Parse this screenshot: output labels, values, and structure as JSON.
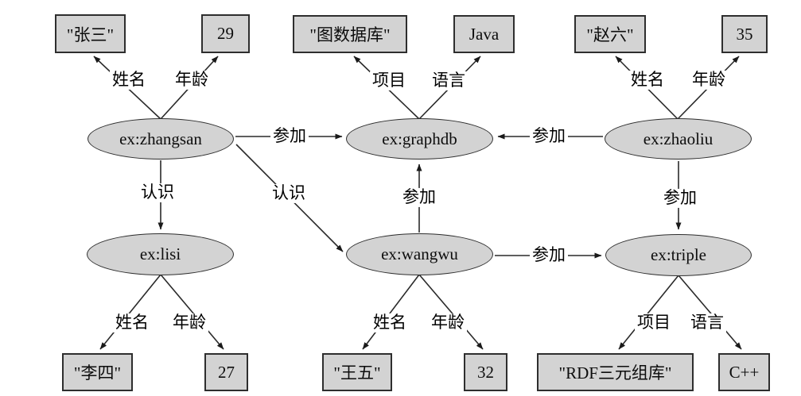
{
  "colors": {
    "node_fill": "#d3d3d3",
    "node_border": "#2e2e2e",
    "edge_stroke": "#2a2a2a",
    "background": "#ffffff",
    "text": "#0d0d0d"
  },
  "resources": [
    {
      "id": "zhangsan",
      "label": "ex:zhangsan"
    },
    {
      "id": "graphdb",
      "label": "ex:graphdb"
    },
    {
      "id": "zhaoliu",
      "label": "ex:zhaoliu"
    },
    {
      "id": "lisi",
      "label": "ex:lisi"
    },
    {
      "id": "wangwu",
      "label": "ex:wangwu"
    },
    {
      "id": "triple",
      "label": "ex:triple"
    }
  ],
  "literals": [
    {
      "id": "zhangsan-name",
      "label": "\"张三\""
    },
    {
      "id": "zhangsan-age",
      "label": "29"
    },
    {
      "id": "graphdb-project",
      "label": "\"图数据库\""
    },
    {
      "id": "graphdb-lang",
      "label": "Java"
    },
    {
      "id": "zhaoliu-name",
      "label": "\"赵六\""
    },
    {
      "id": "zhaoliu-age",
      "label": "35"
    },
    {
      "id": "lisi-name",
      "label": "\"李四\""
    },
    {
      "id": "lisi-age",
      "label": "27"
    },
    {
      "id": "wangwu-name",
      "label": "\"王五\""
    },
    {
      "id": "wangwu-age",
      "label": "32"
    },
    {
      "id": "triple-project",
      "label": "\"RDF三元组库\""
    },
    {
      "id": "triple-lang",
      "label": "C++"
    }
  ],
  "edges": [
    {
      "from": "ex:zhangsan",
      "label": "姓名",
      "to": "\"张三\""
    },
    {
      "from": "ex:zhangsan",
      "label": "年龄",
      "to": "29"
    },
    {
      "from": "ex:graphdb",
      "label": "项目",
      "to": "\"图数据库\""
    },
    {
      "from": "ex:graphdb",
      "label": "语言",
      "to": "Java"
    },
    {
      "from": "ex:zhaoliu",
      "label": "姓名",
      "to": "\"赵六\""
    },
    {
      "from": "ex:zhaoliu",
      "label": "年龄",
      "to": "35"
    },
    {
      "from": "ex:zhangsan",
      "label": "参加",
      "to": "ex:graphdb"
    },
    {
      "from": "ex:zhaoliu",
      "label": "参加",
      "to": "ex:graphdb"
    },
    {
      "from": "ex:zhangsan",
      "label": "认识",
      "to": "ex:lisi"
    },
    {
      "from": "ex:zhangsan",
      "label": "认识",
      "to": "ex:wangwu"
    },
    {
      "from": "ex:wangwu",
      "label": "参加",
      "to": "ex:graphdb"
    },
    {
      "from": "ex:zhaoliu",
      "label": "参加",
      "to": "ex:triple"
    },
    {
      "from": "ex:wangwu",
      "label": "参加",
      "to": "ex:triple"
    },
    {
      "from": "ex:lisi",
      "label": "姓名",
      "to": "\"李四\""
    },
    {
      "from": "ex:lisi",
      "label": "年龄",
      "to": "27"
    },
    {
      "from": "ex:wangwu",
      "label": "姓名",
      "to": "\"王五\""
    },
    {
      "from": "ex:wangwu",
      "label": "年龄",
      "to": "32"
    },
    {
      "from": "ex:triple",
      "label": "项目",
      "to": "\"RDF三元组库\""
    },
    {
      "from": "ex:triple",
      "label": "语言",
      "to": "C++"
    }
  ]
}
